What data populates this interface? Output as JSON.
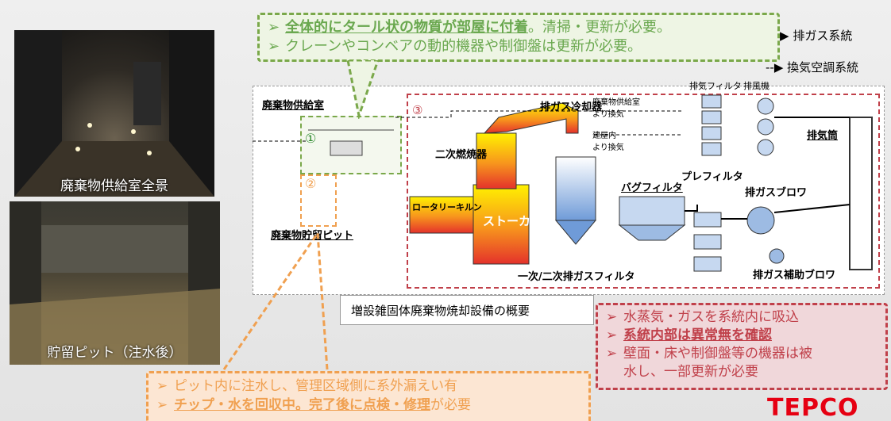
{
  "photos": {
    "hall_caption": "廃棄物供給室全景",
    "pit_caption": "貯留ピット（注水後）"
  },
  "callout_green": {
    "lines": [
      {
        "bullet": "➢",
        "emph": "全体的にタール状の物質が部屋に付着",
        "rest": "。清掃・更新が必要。"
      },
      {
        "bullet": "➢",
        "emph": "",
        "rest": "クレーンやコンベアの動的機器や制御盤は更新が必要。"
      }
    ],
    "color": "#7aa84a"
  },
  "callout_red": {
    "lines": [
      {
        "bullet": "➢",
        "emph": "",
        "rest": "水蒸気・ガスを系統内に吸込"
      },
      {
        "bullet": "➢",
        "emph": "系統内部は異常無を確認",
        "rest": ""
      },
      {
        "bullet": "➢",
        "emph": "",
        "rest": "壁面・床や制御盤等の機器は被"
      },
      {
        "bullet": "",
        "emph": "",
        "rest": "水し、一部更新が必要"
      }
    ],
    "color": "#c0404a"
  },
  "callout_orange": {
    "lines": [
      {
        "bullet": "➢",
        "emph": "",
        "rest": "ピット内に注水し、管理区域側に系外漏えい有"
      },
      {
        "bullet": "➢",
        "emph": "チップ・水を回収中。完了後に点検・修理",
        "rest": "が必要"
      }
    ],
    "color": "#f0a050"
  },
  "legend": {
    "exhaust": "排ガス系統",
    "ventilation": "換気空調系統"
  },
  "diagram": {
    "title": "増設雑固体廃棄物焼却設備の概要",
    "supply_room": "廃棄物供給室",
    "num1": "①",
    "num2": "②",
    "num3": "③",
    "pit": "廃棄物貯留ピット",
    "exhaust_cooler": "排ガス冷却器",
    "secondary_combustor": "二次燃焼器",
    "rotary_kiln": "ロータリーキルン",
    "stoker": "ストーカ",
    "bag_filter": "バグフィルタ",
    "pre_filter": "プレフィルタ",
    "exhaust_blower": "排ガスブロワ",
    "primary_secondary_filter": "一次/二次排ガスフィルタ",
    "aux_blower": "排ガス補助ブロワ",
    "stack": "排気筒",
    "vent_filter": "排気フィルタ",
    "vent_fan": "排風機",
    "from_supply_room": "廃棄物供給室\nより換気",
    "from_building": "建屋内\nより換気"
  },
  "logo": "TEPCO"
}
